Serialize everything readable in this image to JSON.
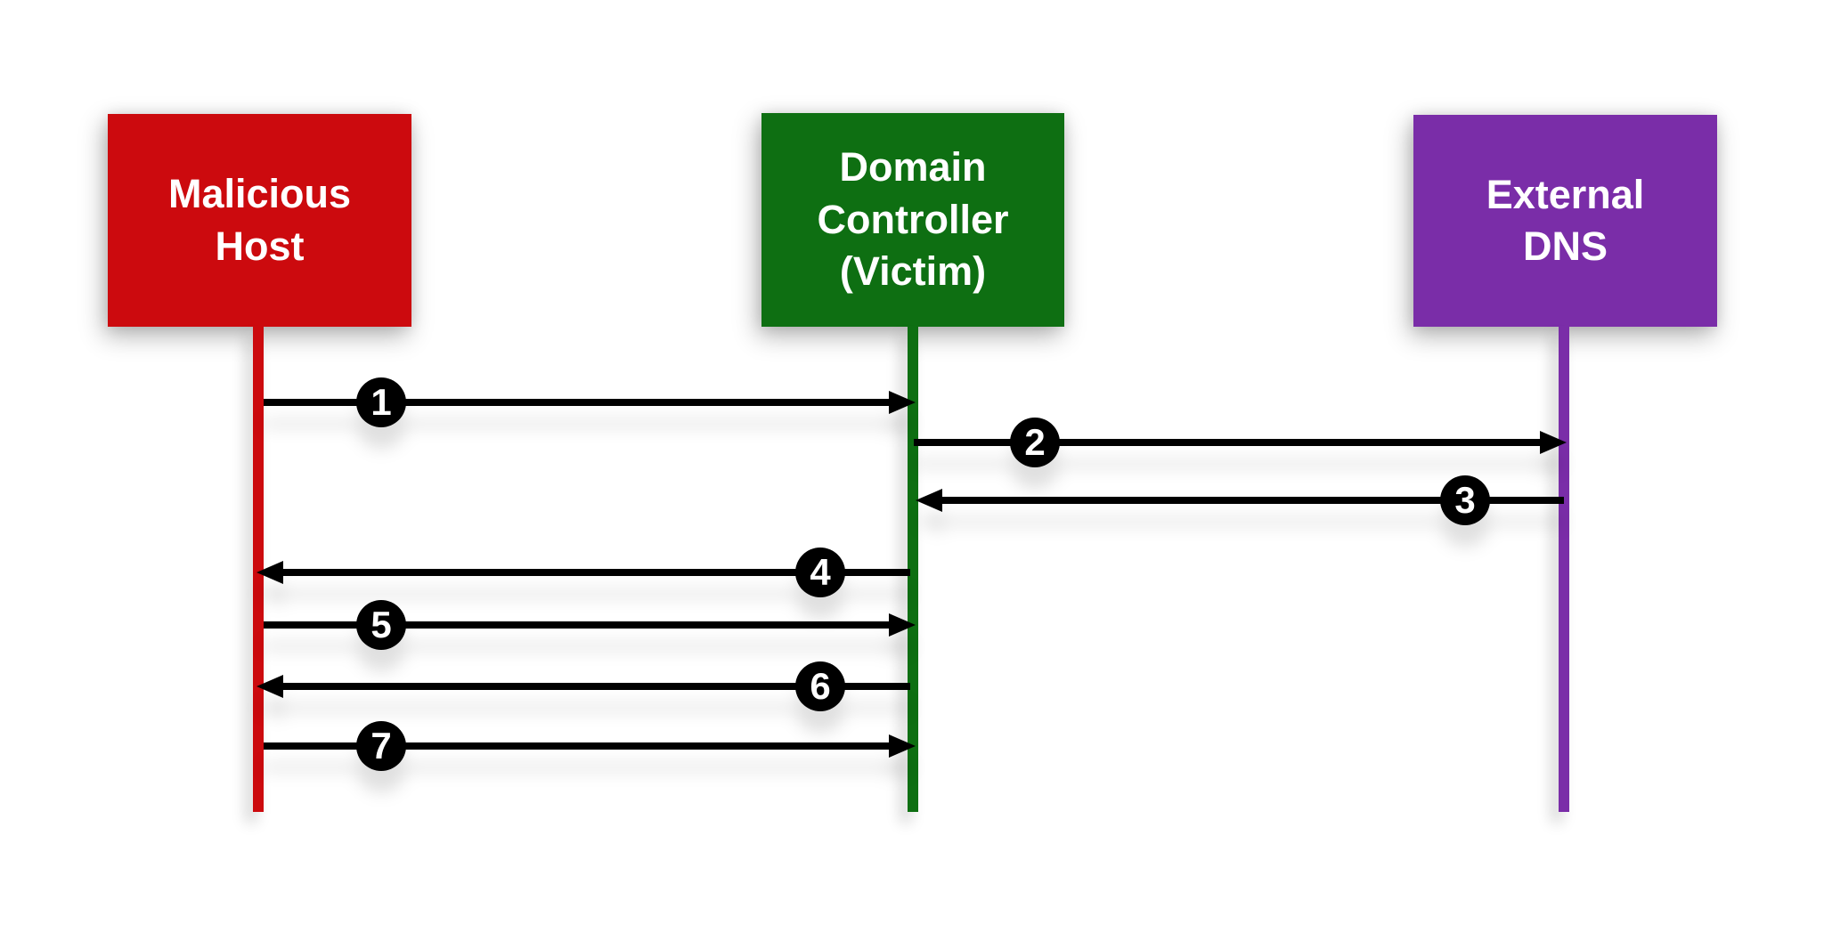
{
  "diagram": {
    "type": "sequence",
    "actors": [
      {
        "id": "malicious-host",
        "lines": [
          "Malicious",
          "Host"
        ],
        "color": "#CC0A0E",
        "text_color": "#FFFFFF"
      },
      {
        "id": "domain-controller-victim",
        "lines": [
          "Domain",
          "Controller",
          "(Victim)"
        ],
        "color": "#0E6F12",
        "text_color": "#FFFFFF"
      },
      {
        "id": "external-dns",
        "lines": [
          "External",
          "DNS"
        ],
        "color": "#7A2DA8",
        "text_color": "#FFFFFF"
      }
    ],
    "messages": [
      {
        "number": "1",
        "from": "malicious-host",
        "to": "domain-controller-victim",
        "direction": "right"
      },
      {
        "number": "2",
        "from": "domain-controller-victim",
        "to": "external-dns",
        "direction": "right"
      },
      {
        "number": "3",
        "from": "external-dns",
        "to": "domain-controller-victim",
        "direction": "left"
      },
      {
        "number": "4",
        "from": "domain-controller-victim",
        "to": "malicious-host",
        "direction": "left"
      },
      {
        "number": "5",
        "from": "malicious-host",
        "to": "domain-controller-victim",
        "direction": "right"
      },
      {
        "number": "6",
        "from": "domain-controller-victim",
        "to": "malicious-host",
        "direction": "left"
      },
      {
        "number": "7",
        "from": "malicious-host",
        "to": "domain-controller-victim",
        "direction": "right"
      }
    ],
    "colors": {
      "arrow": "#000000",
      "badge_background": "#000000",
      "badge_text": "#FFFFFF",
      "background": "#FFFFFF"
    }
  }
}
